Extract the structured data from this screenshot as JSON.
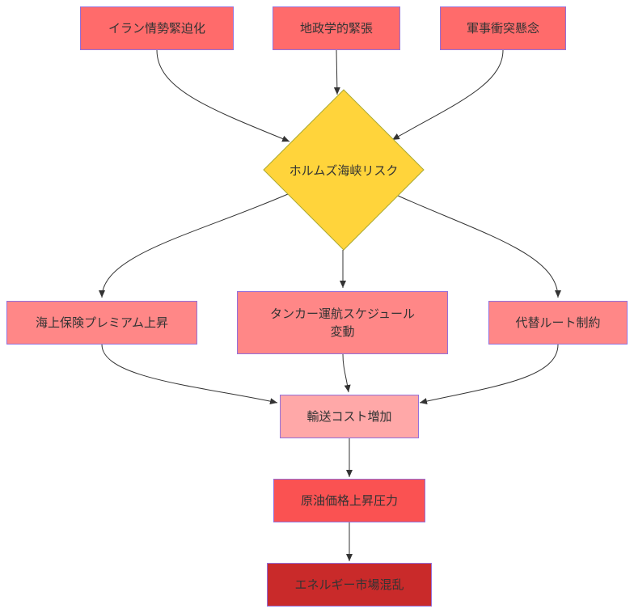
{
  "nodes": {
    "iran": {
      "label": "イラン情勢緊迫化",
      "color": "#ff6b6b"
    },
    "geopolitics": {
      "label": "地政学的緊張",
      "color": "#ff6b6b"
    },
    "military": {
      "label": "軍事衝突懸念",
      "color": "#ff6b6b"
    },
    "hormuz": {
      "label": "ホルムズ海峡リスク",
      "color": "#ffd43b"
    },
    "insurance": {
      "label": "海上保険プレミアム上昇",
      "color": "#ff8787"
    },
    "tanker": {
      "label": "タンカー運航スケジュール\n変動",
      "color": "#ff8787"
    },
    "route": {
      "label": "代替ルート制約",
      "color": "#ff8787"
    },
    "transport": {
      "label": "輸送コスト増加",
      "color": "#ffa8a8"
    },
    "crude": {
      "label": "原油価格上昇圧力",
      "color": "#fa5252"
    },
    "energy": {
      "label": "エネルギー市場混乱",
      "color": "#c92a2a"
    }
  },
  "colors": {
    "node_border": "#9370db",
    "edge": "#333333",
    "diamond_border": "#aaaa33"
  }
}
